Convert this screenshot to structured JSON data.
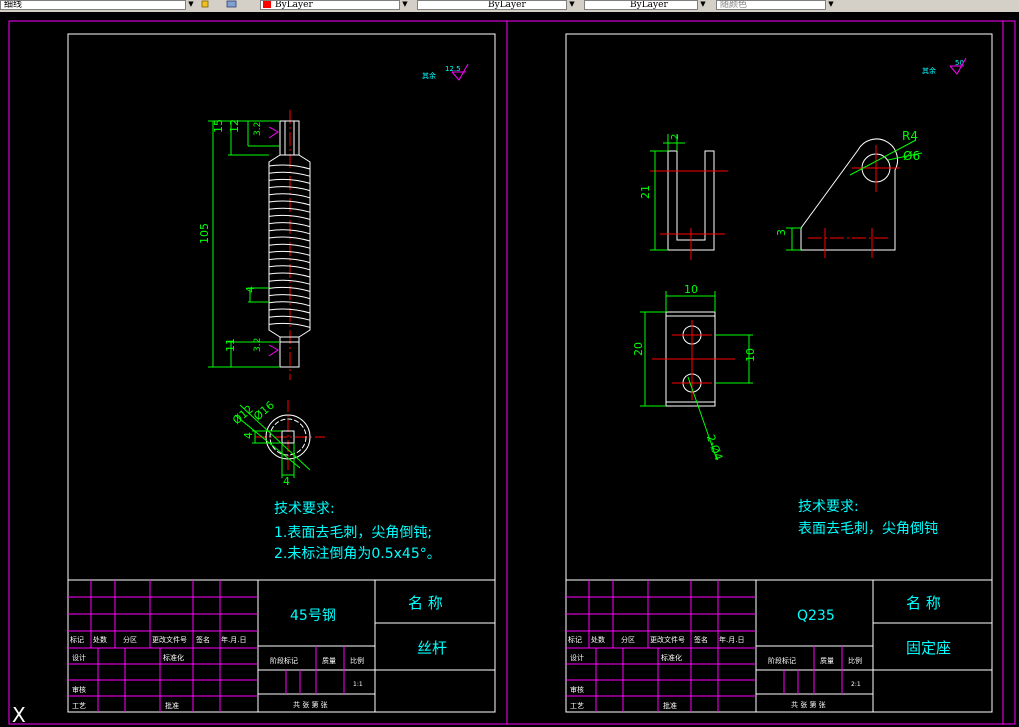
{
  "toolbar": {
    "layer_value": "细线",
    "color_value": "ByLayer",
    "linetype_value": "ByLayer",
    "lineweight_value": "ByLayer",
    "plotstyle_value": "随颜色"
  },
  "colors": {
    "background": "#000000",
    "border": "#ff00ff",
    "paper": "#ffffff",
    "dimension": "#00ff00",
    "centerline": "#ff0000",
    "text": "#00ffff",
    "surface_symbol": "#ff00ff"
  },
  "sheet_left": {
    "part_name": "丝杆",
    "material": "45号钢",
    "scale": "1:1",
    "surface_remark": "其余",
    "surface_value": "12.5",
    "tech_title": "技术要求:",
    "tech_lines": [
      "1.表面去毛刺，尖角倒钝;",
      "2.未标注倒角为0.5x45°。"
    ],
    "dims": {
      "d15": "15",
      "d12": "12",
      "r32a": "3.2",
      "d105": "105",
      "d4a": "4",
      "d11": "11",
      "r32b": "3.2",
      "phi16": "Ø16",
      "phi12": "Ø12",
      "d4b": "4",
      "d4c": "4"
    }
  },
  "sheet_right": {
    "part_name": "固定座",
    "material": "Q235",
    "scale": "2:1",
    "surface_remark": "其余",
    "surface_value": "50",
    "tech_title": "技术要求:",
    "tech_lines": [
      "表面去毛刺，尖角倒钝"
    ],
    "dims": {
      "d2": "2",
      "d21": "21",
      "r4": "R4",
      "phi6": "Ø6",
      "d3": "3",
      "d10a": "10",
      "d20": "20",
      "d10b": "10",
      "hole": "2-Ø4"
    }
  },
  "title_block": {
    "name_label": "名 称",
    "row_labels": [
      "标记",
      "处数",
      "分区",
      "更改文件号",
      "签名",
      "年.月.日"
    ],
    "design": "设计",
    "standard": "标准化",
    "stage_mark": "阶段标记",
    "weight": "质量",
    "ratio": "比例",
    "review": "审核",
    "craft": "工艺",
    "approve": "批准",
    "sheets": "共 张 第 张"
  },
  "ucs_label": "X"
}
